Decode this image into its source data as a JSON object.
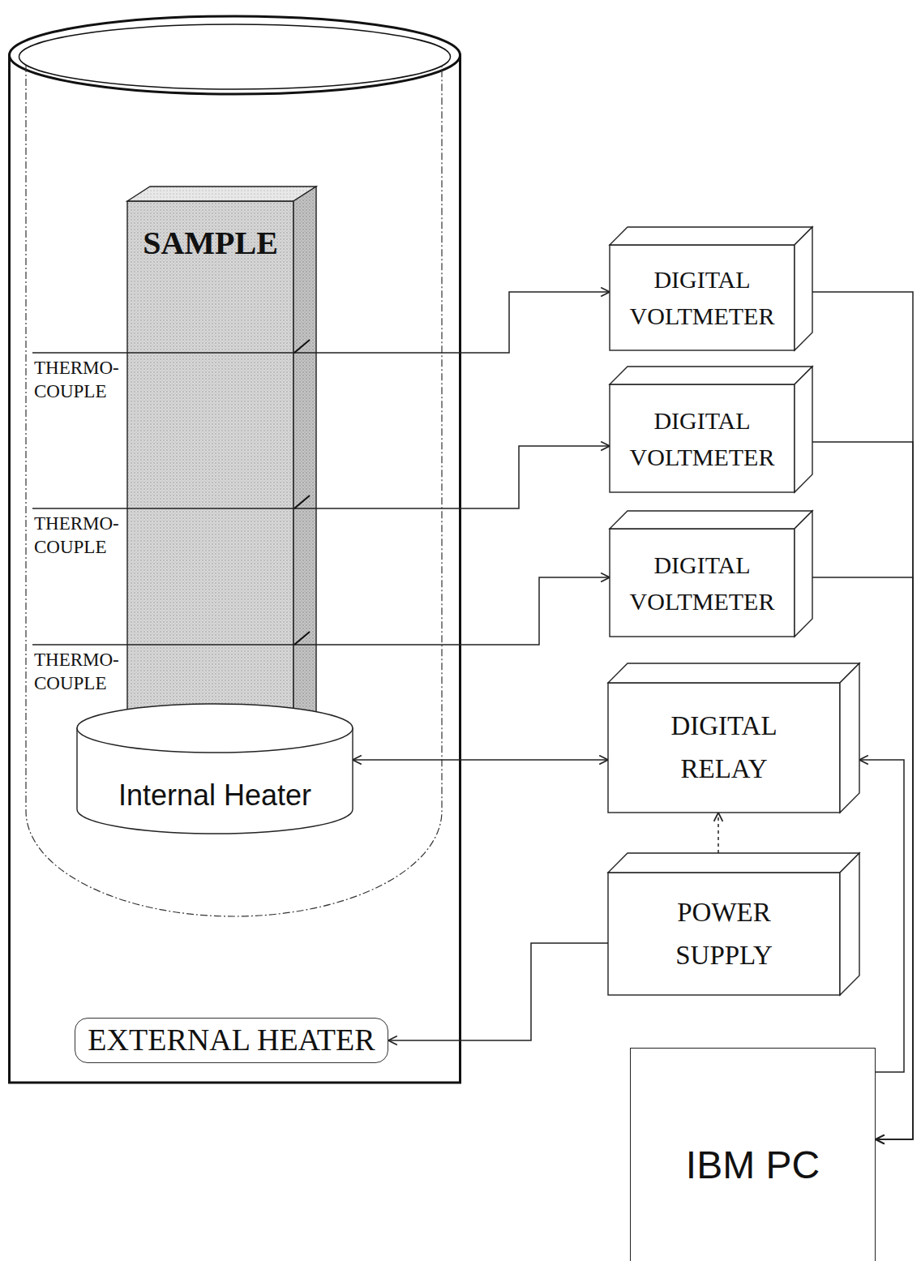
{
  "diagram": {
    "nodes": [
      {
        "text": [
          "SAMPLE"
        ]
      },
      {
        "text": [
          "Internal Heater"
        ]
      },
      {
        "text": [
          "EXTERNAL HEATER"
        ]
      },
      {
        "text": [
          "DIGITAL VOLTMETER"
        ]
      },
      {
        "text": [
          "DIGITAL VOLTMETER"
        ]
      },
      {
        "text": [
          "DIGITAL VOLTMETER"
        ]
      },
      {
        "text": [
          "DIGITAL RELAY"
        ]
      },
      {
        "text": [
          "POWER SUPPLY"
        ]
      },
      {
        "text": [
          "IBM PC"
        ]
      }
    ],
    "edges": [
      {
        "from": 0,
        "to": 3,
        "arrow": "to"
      },
      {
        "from": 0,
        "to": 4,
        "arrow": "to"
      },
      {
        "from": 0,
        "to": 5,
        "arrow": "to"
      },
      {
        "from": 3,
        "to": 8,
        "arrow": "to"
      },
      {
        "from": 4,
        "to": 8,
        "arrow": "to"
      },
      {
        "from": 5,
        "to": 8,
        "arrow": "to"
      },
      {
        "from": 1,
        "to": 6,
        "arrow": "both"
      },
      {
        "from": 8,
        "to": 6,
        "arrow": "to"
      },
      {
        "from": 7,
        "to": 6,
        "arrow": "to"
      },
      {
        "from": 7,
        "to": 2,
        "arrow": "to"
      }
    ],
    "labels": [
      "THERMO- COUPLE",
      "THERMO- COUPLE",
      "THERMO- COUPLE"
    ]
  }
}
